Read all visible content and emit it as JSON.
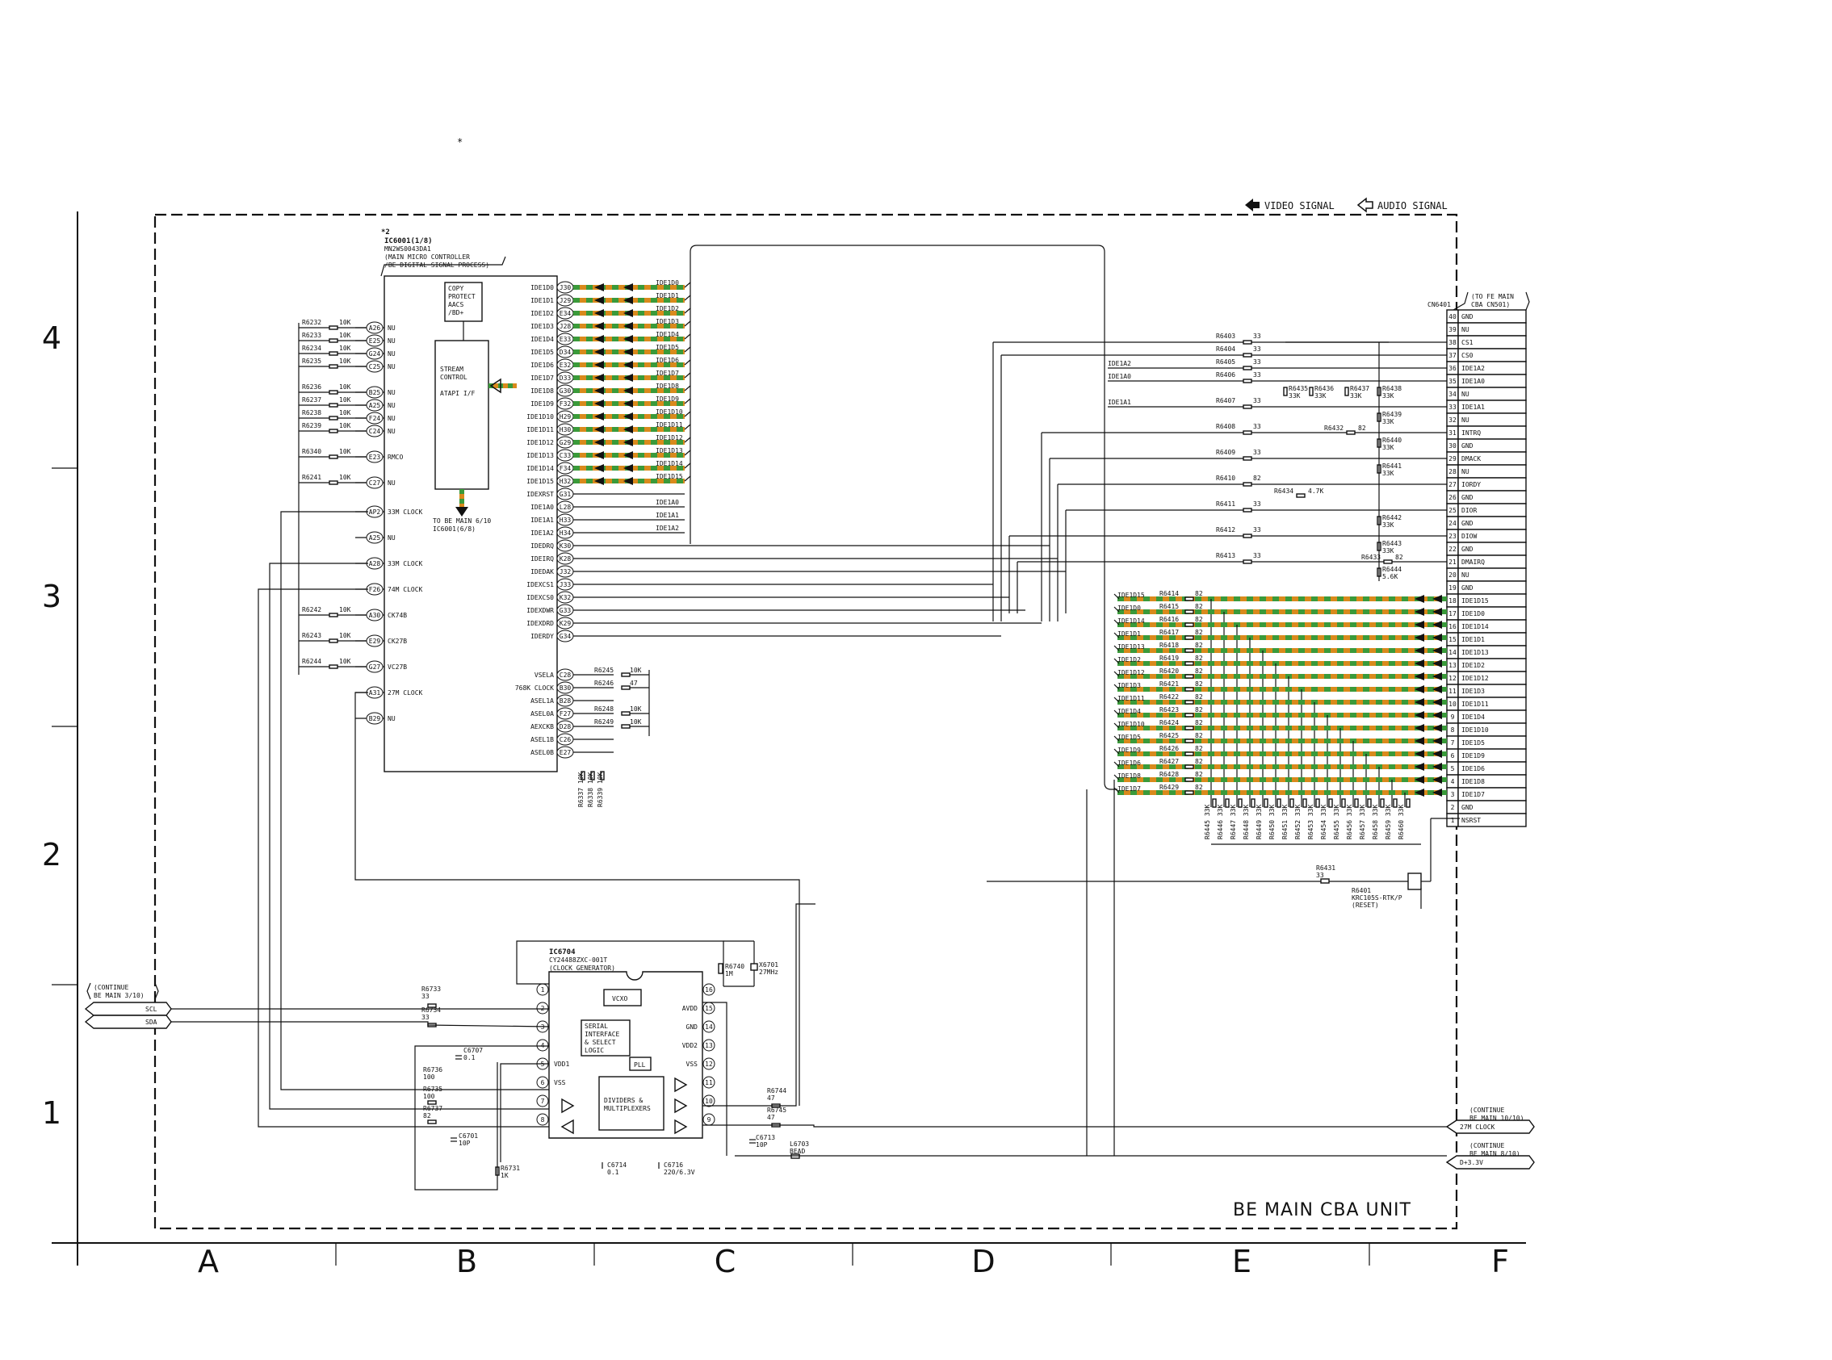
{
  "page": {
    "star": "*"
  },
  "legend": {
    "video": "VIDEO SIGNAL",
    "audio": "AUDIO SIGNAL"
  },
  "unit_label": "BE MAIN CBA UNIT",
  "grid": {
    "cols": [
      "A",
      "B",
      "C",
      "D",
      "E",
      "F"
    ],
    "rows": [
      "4",
      "3",
      "2",
      "1"
    ]
  },
  "ic6001": {
    "note": "*2",
    "ref": "IC6001(1/8)",
    "part": "MN2WS0043DA1",
    "desc1": "(MAIN MICRO CONTROLLER",
    "desc2": "/BE DIGITAL SIGNAL PROCESS)",
    "copy_protect": [
      "COPY",
      "PROTECT",
      "AACS",
      "/BD+"
    ],
    "stream": [
      "STREAM",
      "CONTROL",
      "ATAPI I/F"
    ],
    "to_be": [
      "TO BE MAIN 6/10",
      "IC6001(6/8)"
    ],
    "left_pins": [
      {
        "res": "R6232",
        "val": "10K",
        "pin": "A26",
        "name": "NU"
      },
      {
        "res": "R6233",
        "val": "10K",
        "pin": "E25",
        "name": "NU"
      },
      {
        "res": "R6234",
        "val": "10K",
        "pin": "G24",
        "name": "NU"
      },
      {
        "res": "R6235",
        "val": "10K",
        "pin": "C25",
        "name": "NU"
      },
      {
        "res": "R6236",
        "val": "10K",
        "pin": "B25",
        "name": "NU"
      },
      {
        "res": "R6237",
        "val": "10K",
        "pin": "A25",
        "name": "NU"
      },
      {
        "res": "R6238",
        "val": "10K",
        "pin": "F24",
        "name": "NU"
      },
      {
        "res": "R6239",
        "val": "10K",
        "pin": "C24",
        "name": "NU"
      },
      {
        "res": "R6340",
        "val": "10K",
        "pin": "E23",
        "name": "RMCO"
      },
      {
        "res": "R6241",
        "val": "10K",
        "pin": "C27",
        "name": "NU"
      },
      {
        "res": "",
        "val": "",
        "pin": "AP2",
        "name": "33M CLOCK"
      },
      {
        "res": "",
        "val": "",
        "pin": "A25",
        "name": "NU"
      },
      {
        "res": "",
        "val": "",
        "pin": "A28",
        "name": "33M CLOCK"
      },
      {
        "res": "",
        "val": "",
        "pin": "F26",
        "name": "74M CLOCK"
      },
      {
        "res": "R6242",
        "val": "10K",
        "pin": "A30",
        "name": "CK74B"
      },
      {
        "res": "R6243",
        "val": "10K",
        "pin": "E29",
        "name": "CK27B"
      },
      {
        "res": "R6244",
        "val": "10K",
        "pin": "G27",
        "name": "VC27B"
      },
      {
        "res": "",
        "val": "",
        "pin": "A31",
        "name": "27M CLOCK"
      },
      {
        "res": "",
        "val": "",
        "pin": "B29",
        "name": "NU"
      }
    ],
    "right_pins": [
      {
        "name": "IDE1D0",
        "pin": "J30",
        "net": "IDE1D0"
      },
      {
        "name": "IDE1D1",
        "pin": "J29",
        "net": "IDE1D1"
      },
      {
        "name": "IDE1D2",
        "pin": "E34",
        "net": "IDE1D2"
      },
      {
        "name": "IDE1D3",
        "pin": "J28",
        "net": "IDE1D3"
      },
      {
        "name": "IDE1D4",
        "pin": "E33",
        "net": "IDE1D4"
      },
      {
        "name": "IDE1D5",
        "pin": "D34",
        "net": "IDE1D5"
      },
      {
        "name": "IDE1D6",
        "pin": "E32",
        "net": "IDE1D6"
      },
      {
        "name": "IDE1D7",
        "pin": "D33",
        "net": "IDE1D7"
      },
      {
        "name": "IDE1D8",
        "pin": "G30",
        "net": "IDE1D8"
      },
      {
        "name": "IDE1D9",
        "pin": "F32",
        "net": "IDE1D9"
      },
      {
        "name": "IDE1D10",
        "pin": "H29",
        "net": "IDE1D10"
      },
      {
        "name": "IDE1D11",
        "pin": "H30",
        "net": "IDE1D11"
      },
      {
        "name": "IDE1D12",
        "pin": "G29",
        "net": "IDE1D12"
      },
      {
        "name": "IDE1D13",
        "pin": "C33",
        "net": "IDE1D13"
      },
      {
        "name": "IDE1D14",
        "pin": "F34",
        "net": "IDE1D14"
      },
      {
        "name": "IDE1D15",
        "pin": "H32",
        "net": "IDE1D15"
      },
      {
        "name": "IDEXRST",
        "pin": "G31",
        "net": ""
      },
      {
        "name": "IDE1A0",
        "pin": "L28",
        "net": "IDE1A0"
      },
      {
        "name": "IDE1A1",
        "pin": "H33",
        "net": "IDE1A1"
      },
      {
        "name": "IDE1A2",
        "pin": "H34",
        "net": "IDE1A2"
      },
      {
        "name": "IDEDRQ",
        "pin": "K30",
        "net": ""
      },
      {
        "name": "IDEIRQ",
        "pin": "K28",
        "net": ""
      },
      {
        "name": "IDEDAK",
        "pin": "J32",
        "net": ""
      },
      {
        "name": "IDEXCS1",
        "pin": "J33",
        "net": ""
      },
      {
        "name": "IDEXCS0",
        "pin": "K32",
        "net": ""
      },
      {
        "name": "IDEXDWR",
        "pin": "G33",
        "net": ""
      },
      {
        "name": "IDEXDRD",
        "pin": "K29",
        "net": ""
      },
      {
        "name": "IDERDY",
        "pin": "G34",
        "net": ""
      },
      {
        "name": "VSELA",
        "pin": "C28",
        "net": ""
      },
      {
        "name": "768K CLOCK",
        "pin": "B30",
        "net": ""
      },
      {
        "name": "ASEL1A",
        "pin": "B28",
        "net": ""
      },
      {
        "name": "ASEL0A",
        "pin": "F27",
        "net": ""
      },
      {
        "name": "AEXCKB",
        "pin": "D28",
        "net": ""
      },
      {
        "name": "ASEL1B",
        "pin": "C26",
        "net": ""
      },
      {
        "name": "ASEL0B",
        "pin": "E27",
        "net": ""
      }
    ],
    "vsel_res": [
      {
        "res": "R6245",
        "val": "10K"
      },
      {
        "res": "R6246",
        "val": "47"
      },
      {
        "res": "R6248",
        "val": "10K"
      },
      {
        "res": "R6249",
        "val": "10K"
      }
    ],
    "bottom_res": [
      "R6337 10K",
      "R6338 10K",
      "R6339 10K"
    ]
  },
  "cn6401": {
    "ref": "CN6401",
    "to": [
      "(TO FE MAIN",
      "CBA CN501)"
    ],
    "pins": [
      {
        "n": "40",
        "name": "GND"
      },
      {
        "n": "39",
        "name": "NU"
      },
      {
        "n": "38",
        "name": "CS1"
      },
      {
        "n": "37",
        "name": "CS0"
      },
      {
        "n": "36",
        "name": "IDE1A2"
      },
      {
        "n": "35",
        "name": "IDE1A0"
      },
      {
        "n": "34",
        "name": "NU"
      },
      {
        "n": "33",
        "name": "IDE1A1"
      },
      {
        "n": "32",
        "name": "NU"
      },
      {
        "n": "31",
        "name": "INTRQ"
      },
      {
        "n": "30",
        "name": "GND"
      },
      {
        "n": "29",
        "name": "DMACK"
      },
      {
        "n": "28",
        "name": "NU"
      },
      {
        "n": "27",
        "name": "IORDY"
      },
      {
        "n": "26",
        "name": "GND"
      },
      {
        "n": "25",
        "name": "DIOR"
      },
      {
        "n": "24",
        "name": "GND"
      },
      {
        "n": "23",
        "name": "DIOW"
      },
      {
        "n": "22",
        "name": "GND"
      },
      {
        "n": "21",
        "name": "DMAIRQ"
      },
      {
        "n": "20",
        "name": "NU"
      },
      {
        "n": "19",
        "name": "GND"
      },
      {
        "n": "18",
        "name": "IDE1D15"
      },
      {
        "n": "17",
        "name": "IDE1D0"
      },
      {
        "n": "16",
        "name": "IDE1D14"
      },
      {
        "n": "15",
        "name": "IDE1D1"
      },
      {
        "n": "14",
        "name": "IDE1D13"
      },
      {
        "n": "13",
        "name": "IDE1D2"
      },
      {
        "n": "12",
        "name": "IDE1D12"
      },
      {
        "n": "11",
        "name": "IDE1D3"
      },
      {
        "n": "10",
        "name": "IDE1D11"
      },
      {
        "n": "9",
        "name": "IDE1D4"
      },
      {
        "n": "8",
        "name": "IDE1D10"
      },
      {
        "n": "7",
        "name": "IDE1D5"
      },
      {
        "n": "6",
        "name": "IDE1D9"
      },
      {
        "n": "5",
        "name": "IDE1D6"
      },
      {
        "n": "4",
        "name": "IDE1D8"
      },
      {
        "n": "3",
        "name": "IDE1D7"
      },
      {
        "n": "2",
        "name": "GND"
      },
      {
        "n": "1",
        "name": "NSRST"
      }
    ]
  },
  "ctrl_res": [
    {
      "res": "R6403",
      "val": "33",
      "net": ""
    },
    {
      "res": "R6404",
      "val": "33",
      "net": ""
    },
    {
      "res": "R6405",
      "val": "33",
      "net": "IDE1A2"
    },
    {
      "res": "R6406",
      "val": "33",
      "net": "IDE1A0"
    },
    {
      "res": "R6407",
      "val": "33",
      "net": "IDE1A1"
    },
    {
      "res": "R6408",
      "val": "33",
      "net": ""
    },
    {
      "res": "R6409",
      "val": "33",
      "net": ""
    },
    {
      "res": "R6410",
      "val": "82",
      "net": ""
    },
    {
      "res": "R6411",
      "val": "33",
      "net": ""
    },
    {
      "res": "R6412",
      "val": "33",
      "net": ""
    },
    {
      "res": "R6413",
      "val": "33",
      "net": ""
    }
  ],
  "pullups": [
    {
      "res": "R6435",
      "val": "33K"
    },
    {
      "res": "R6436",
      "val": "33K"
    },
    {
      "res": "R6437",
      "val": "33K"
    },
    {
      "res": "R6438",
      "val": "33K"
    },
    {
      "res": "R6439",
      "val": "33K"
    },
    {
      "res": "R6440",
      "val": "33K"
    },
    {
      "res": "R6441",
      "val": "33K"
    },
    {
      "res": "R6442",
      "val": "33K"
    },
    {
      "res": "R6443",
      "val": "33K"
    },
    {
      "res": "R6444",
      "val": "5.6K"
    },
    {
      "res": "R6432",
      "val": "82"
    },
    {
      "res": "R6433",
      "val": "82"
    },
    {
      "res": "R6434",
      "val": "4.7K"
    }
  ],
  "data_res": [
    {
      "net": "IDE1D15",
      "res": "R6414",
      "val": "82"
    },
    {
      "net": "IDE1D0",
      "res": "R6415",
      "val": "82"
    },
    {
      "net": "IDE1D14",
      "res": "R6416",
      "val": "82"
    },
    {
      "net": "IDE1D1",
      "res": "R6417",
      "val": "82"
    },
    {
      "net": "IDE1D13",
      "res": "R6418",
      "val": "82"
    },
    {
      "net": "IDE1D2",
      "res": "R6419",
      "val": "82"
    },
    {
      "net": "IDE1D12",
      "res": "R6420",
      "val": "82"
    },
    {
      "net": "IDE1D3",
      "res": "R6421",
      "val": "82"
    },
    {
      "net": "IDE1D11",
      "res": "R6422",
      "val": "82"
    },
    {
      "net": "IDE1D4",
      "res": "R6423",
      "val": "82"
    },
    {
      "net": "IDE1D10",
      "res": "R6424",
      "val": "82"
    },
    {
      "net": "IDE1D5",
      "res": "R6425",
      "val": "82"
    },
    {
      "net": "IDE1D9",
      "res": "R6426",
      "val": "82"
    },
    {
      "net": "IDE1D6",
      "res": "R6427",
      "val": "82"
    },
    {
      "net": "IDE1D8",
      "res": "R6428",
      "val": "82"
    },
    {
      "net": "IDE1D7",
      "res": "R6429",
      "val": "82"
    }
  ],
  "pulldowns": [
    "R6445 33K",
    "R6446 33K",
    "R6447 33K",
    "R6448 33K",
    "R6449 33K",
    "R6450 33K",
    "R6451 33K",
    "R6452 33K",
    "R6453 33K",
    "R6454 33K",
    "R6455 33K",
    "R6456 33K",
    "R6457 33K",
    "R6458 33K",
    "R6459 33K",
    "R6460 33K"
  ],
  "reset": {
    "r6431": "R6431",
    "r6431_val": "33",
    "ref": "R6401",
    "part": "KRC105S-RTK/P",
    "label": "(RESET)"
  },
  "ic6704": {
    "ref": "IC6704",
    "part": "CY24488ZXC-001T",
    "desc": "(CLOCK GENERATOR)",
    "vcxo": "VCXO",
    "serial": [
      "SERIAL",
      "INTERFACE",
      "& SELECT",
      "LOGIC"
    ],
    "pll": "PLL",
    "div": [
      "DIVIDERS &",
      "MULTIPLEXERS"
    ],
    "left_pins": [
      {
        "n": "1",
        "name": ""
      },
      {
        "n": "2",
        "name": ""
      },
      {
        "n": "3",
        "name": ""
      },
      {
        "n": "4",
        "name": ""
      },
      {
        "n": "5",
        "name": "VDD1"
      },
      {
        "n": "6",
        "name": "VSS"
      },
      {
        "n": "7",
        "name": ""
      },
      {
        "n": "8",
        "name": ""
      }
    ],
    "right_pins": [
      {
        "n": "16",
        "name": ""
      },
      {
        "n": "15",
        "name": "AVDD"
      },
      {
        "n": "14",
        "name": "GND"
      },
      {
        "n": "13",
        "name": "VDD2"
      },
      {
        "n": "12",
        "name": "VSS"
      },
      {
        "n": "11",
        "name": ""
      },
      {
        "n": "10",
        "name": ""
      },
      {
        "n": "9",
        "name": ""
      }
    ],
    "parts": {
      "r6740": "R6740",
      "r6740_val": "1M",
      "x6701": "X6701",
      "x6701_val": "27MHz",
      "r6733": "R6733",
      "r6733_val": "33",
      "r6734": "R6734",
      "r6734_val": "33",
      "c6707": "C6707",
      "c6707_val": "0.1",
      "r6736": "R6736",
      "r6736_val": "100",
      "r6735": "R6735",
      "r6735_val": "100",
      "r6737": "R6737",
      "r6737_val": "82",
      "c6701": "C6701",
      "c6701_val": "10P",
      "r6731": "R6731",
      "r6731_val": "1K",
      "c6714": "C6714",
      "c6714_val": "0.1",
      "c6716": "C6716",
      "c6716_val": "220/6.3V",
      "c6713": "C6713",
      "c6713_val": "10P",
      "l6703": "L6703",
      "l6703_val": "BEAD",
      "r6744": "R6744",
      "r6744_val": "47",
      "r6745": "R6745",
      "r6745_val": "47"
    }
  },
  "connectors": {
    "left_cont": [
      "(CONTINUE",
      "BE MAIN 3/10)"
    ],
    "scl": "SCL",
    "sda": "SDA",
    "right_cont1": [
      "(CONTINUE",
      "BE MAIN 10/10)"
    ],
    "clk27": "27M CLOCK",
    "right_cont2": [
      "(CONTINUE",
      "BE MAIN 8/10)"
    ],
    "d33": "D+3.3V"
  }
}
